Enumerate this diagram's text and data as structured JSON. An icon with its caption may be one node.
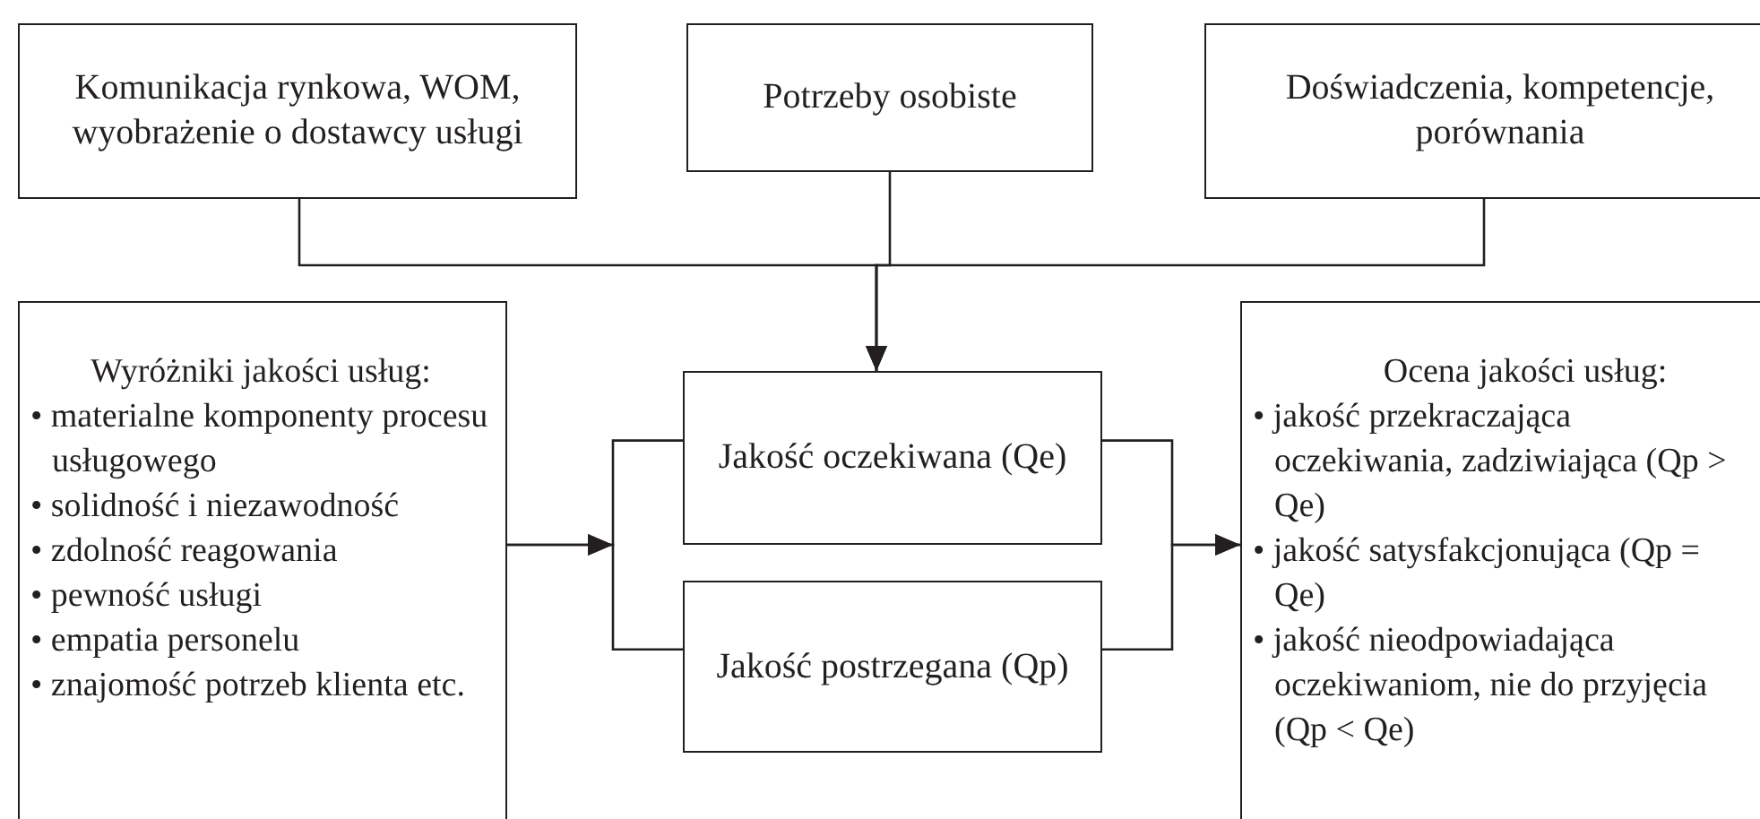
{
  "diagram": {
    "nodes": [
      {
        "text": [
          "Komunikacja rynkowa, WOM, wyobrażenie o dostawcy usługi"
        ]
      },
      {
        "text": [
          "Potrzeby osobiste"
        ]
      },
      {
        "text": [
          "Doświadczenia, kompetencje, porównania"
        ]
      },
      {
        "text": [
          "Wyróżniki jakości usług:",
          "• materialne komponenty procesu usługowego",
          "• solidność i niezawodność",
          "• zdolność reagowania",
          "• pewność usługi",
          "• empatia personelu",
          "• znajomość potrzeb klienta etc."
        ]
      },
      {
        "text": [
          "Jakość oczekiwana (Qe)"
        ]
      },
      {
        "text": [
          "Jakość postrzegana (Qp)"
        ]
      },
      {
        "text": [
          "Ocena jakości usług:",
          "• jakość przekraczająca oczekiwania, zadziwiająca (Qp > Qe)",
          "• jakość satysfakcjonująca (Qp = Qe)",
          "• jakość nieodpowiadająca oczekiwaniom, nie do przyjęcia (Qp < Qe)"
        ]
      }
    ],
    "edges": [
      {
        "from": 0,
        "to": 4,
        "arrow": "to"
      },
      {
        "from": 1,
        "to": 4,
        "arrow": "to"
      },
      {
        "from": 2,
        "to": 4,
        "arrow": "to"
      },
      {
        "from": 3,
        "to": 4,
        "arrow": "to"
      },
      {
        "from": 3,
        "to": 5,
        "arrow": "to"
      },
      {
        "from": 4,
        "to": 6,
        "arrow": "to"
      },
      {
        "from": 5,
        "to": 6,
        "arrow": "to"
      }
    ]
  }
}
